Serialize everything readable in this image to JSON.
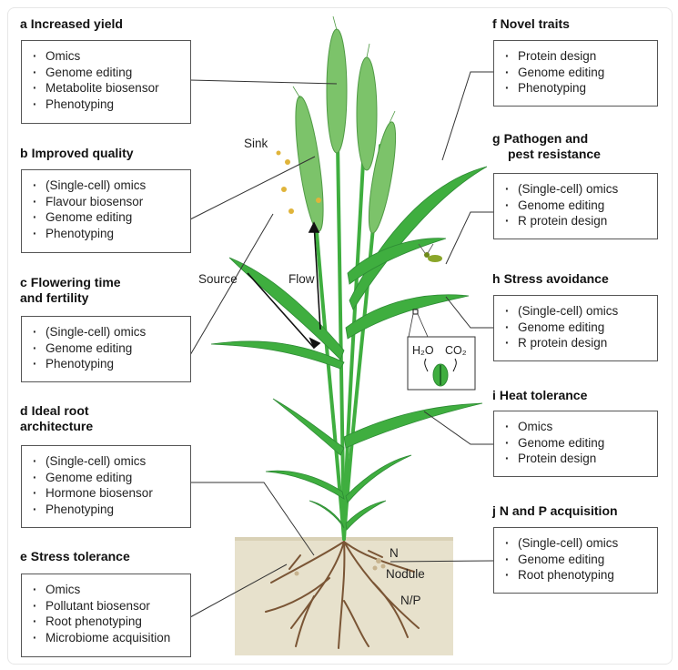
{
  "panels": [
    {
      "letter": "a",
      "title_lines": [
        "Increased yield"
      ],
      "items": [
        "Omics",
        "Genome editing",
        "Metabolite biosensor",
        "Phenotyping"
      ]
    },
    {
      "letter": "b",
      "title_lines": [
        "Improved quality"
      ],
      "items": [
        "(Single-cell) omics",
        "Flavour biosensor",
        "Genome editing",
        "Phenotyping"
      ]
    },
    {
      "letter": "c",
      "title_lines": [
        "Flowering time",
        "and fertility"
      ],
      "items": [
        "(Single-cell) omics",
        "Genome editing",
        "Phenotyping"
      ]
    },
    {
      "letter": "d",
      "title_lines": [
        "Ideal root",
        "architecture"
      ],
      "items": [
        "(Single-cell) omics",
        "Genome editing",
        "Hormone biosensor",
        "Phenotyping"
      ]
    },
    {
      "letter": "e",
      "title_lines": [
        "Stress tolerance"
      ],
      "items": [
        "Omics",
        "Pollutant biosensor",
        "Root phenotyping",
        "Microbiome acquisition"
      ]
    },
    {
      "letter": "f",
      "title_lines": [
        "Novel traits"
      ],
      "items": [
        "Protein design",
        "Genome editing",
        "Phenotyping"
      ]
    },
    {
      "letter": "g",
      "title_lines": [
        "Pathogen and",
        "pest resistance"
      ],
      "items": [
        "(Single-cell) omics",
        "Genome editing",
        "R protein design"
      ]
    },
    {
      "letter": "h",
      "title_lines": [
        "Stress avoidance"
      ],
      "items": [
        "(Single-cell) omics",
        "Genome editing",
        "R protein design"
      ]
    },
    {
      "letter": "i",
      "title_lines": [
        "Heat tolerance"
      ],
      "items": [
        "Omics",
        "Genome editing",
        "Protein design"
      ]
    },
    {
      "letter": "j",
      "title_lines": [
        "N and P acquisition"
      ],
      "items": [
        "(Single-cell) omics",
        "Genome editing",
        "Root phenotyping"
      ]
    }
  ],
  "plant_labels": {
    "sink": "Sink",
    "source": "Source",
    "flow": "Flow",
    "nitrogen": "N",
    "nodule": "Nodule",
    "np": "N/P",
    "h2o": "H₂O",
    "co2": "CO₂"
  },
  "colors": {
    "leaf": "#3fae3f",
    "leaf_dark": "#2d8a34",
    "spike": "#7cc36a",
    "soil": "#e7e1cc",
    "root": "#7a5535",
    "box_border": "#555555"
  }
}
